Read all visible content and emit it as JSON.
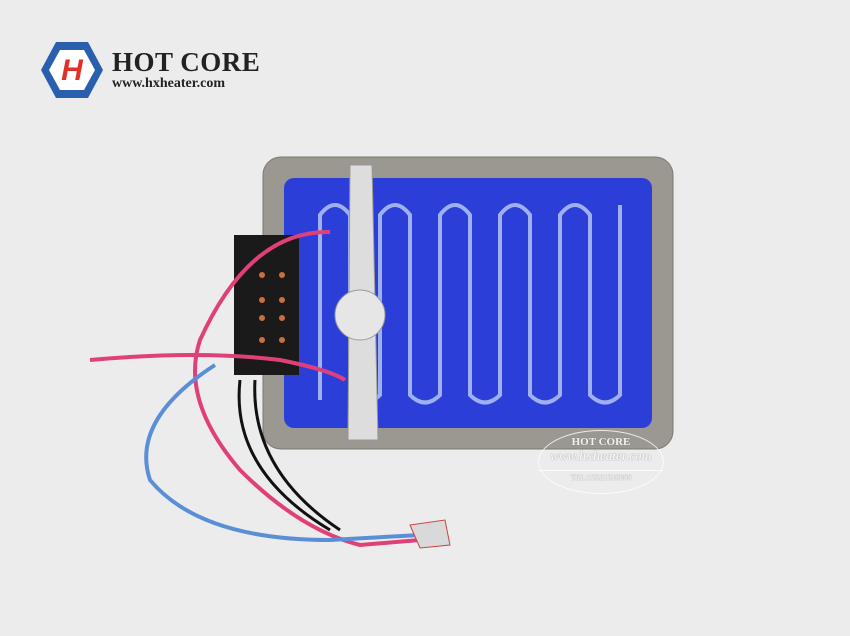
{
  "logo": {
    "brand": "HOT CORE",
    "url": "www.hxheater.com",
    "letter": "H"
  },
  "watermark": {
    "brand": "HOT CORE",
    "url": "www.hxheater.com",
    "tel": "TEL:15521310300"
  },
  "colors": {
    "logo_blue": "#2a5fb0",
    "logo_red": "#e0302a",
    "heater_blue": "#2b3fd8",
    "frame": "#9a9890"
  }
}
